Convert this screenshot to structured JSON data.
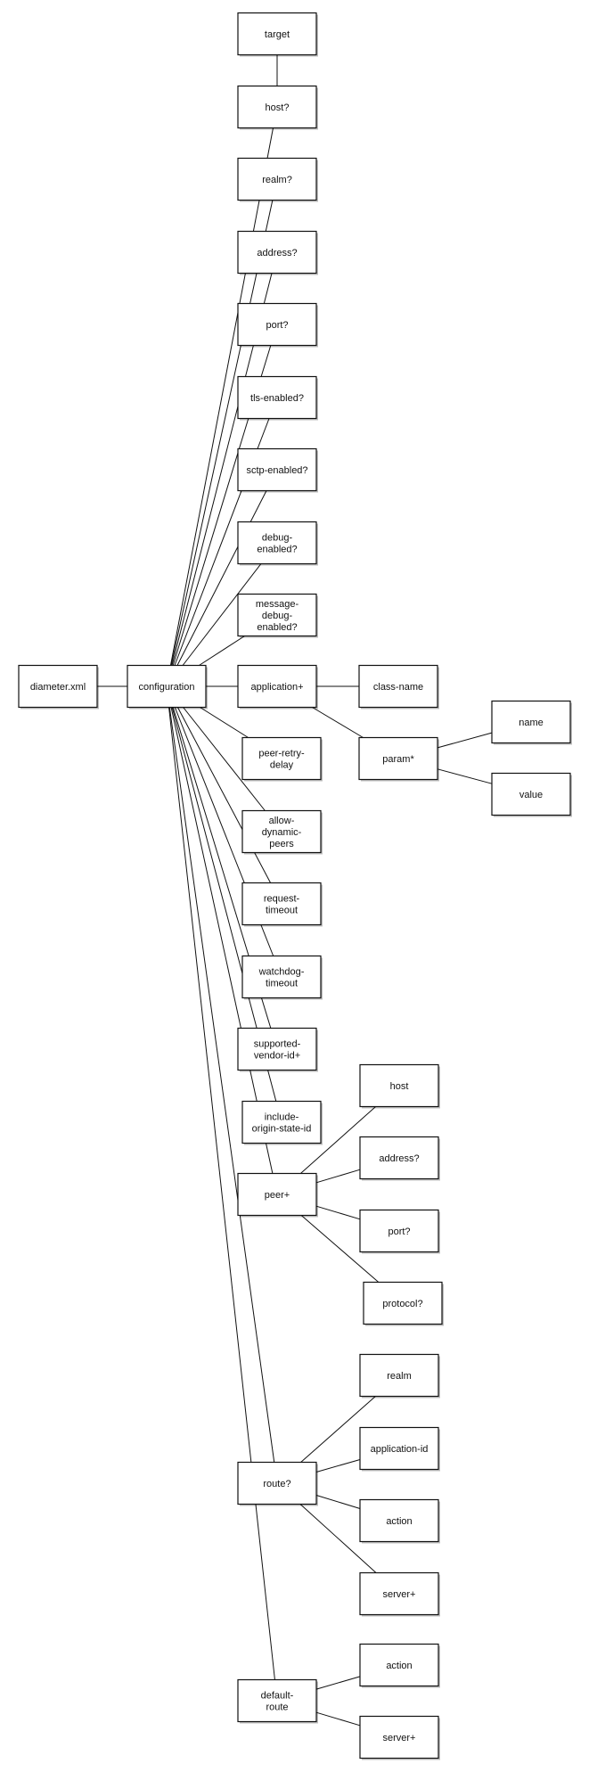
{
  "diagram": {
    "nodes": [
      {
        "id": "diameter-xml",
        "label": "diameter.xml"
      },
      {
        "id": "configuration",
        "label": "configuration"
      },
      {
        "id": "target",
        "label": "target"
      },
      {
        "id": "host-opt",
        "label": "host?"
      },
      {
        "id": "realm-opt",
        "label": "realm?"
      },
      {
        "id": "address-opt",
        "label": "address?"
      },
      {
        "id": "port-opt",
        "label": "port?"
      },
      {
        "id": "tls-enabled-opt",
        "label": "tls-enabled?"
      },
      {
        "id": "sctp-enabled-opt",
        "label": "sctp-enabled?"
      },
      {
        "id": "debug-enabled-opt",
        "label": "debug-\nenabled?"
      },
      {
        "id": "message-debug-enabled-opt",
        "label": "message-\ndebug-\nenabled?"
      },
      {
        "id": "application-plus",
        "label": "application+"
      },
      {
        "id": "class-name",
        "label": "class-name"
      },
      {
        "id": "param-star",
        "label": "param*"
      },
      {
        "id": "name",
        "label": "name"
      },
      {
        "id": "value",
        "label": "value"
      },
      {
        "id": "peer-retry-delay",
        "label": "peer-retry-\ndelay"
      },
      {
        "id": "allow-dynamic-peers",
        "label": "allow-\ndynamic-\npeers"
      },
      {
        "id": "request-timeout",
        "label": "request-\ntimeout"
      },
      {
        "id": "watchdog-timeout",
        "label": "watchdog-\ntimeout"
      },
      {
        "id": "supported-vendor-id-plus",
        "label": "supported-\nvendor-id+"
      },
      {
        "id": "include-origin-state-id",
        "label": "include-\norigin-state-id"
      },
      {
        "id": "peer-plus",
        "label": "peer+"
      },
      {
        "id": "peer-host",
        "label": "host"
      },
      {
        "id": "peer-address-opt",
        "label": "address?"
      },
      {
        "id": "peer-port-opt",
        "label": "port?"
      },
      {
        "id": "peer-protocol-opt",
        "label": "protocol?"
      },
      {
        "id": "route-opt",
        "label": "route?"
      },
      {
        "id": "route-realm",
        "label": "realm"
      },
      {
        "id": "route-application-id",
        "label": "application-id"
      },
      {
        "id": "route-action",
        "label": "action"
      },
      {
        "id": "route-server-plus",
        "label": "server+"
      },
      {
        "id": "default-route",
        "label": "default-\nroute"
      },
      {
        "id": "default-route-action",
        "label": "action"
      },
      {
        "id": "default-route-server-plus",
        "label": "server+"
      }
    ],
    "edges": [
      [
        "diameter-xml",
        "configuration"
      ],
      [
        "target",
        "host-opt"
      ],
      [
        "configuration",
        "host-opt"
      ],
      [
        "configuration",
        "realm-opt"
      ],
      [
        "configuration",
        "address-opt"
      ],
      [
        "configuration",
        "port-opt"
      ],
      [
        "configuration",
        "tls-enabled-opt"
      ],
      [
        "configuration",
        "sctp-enabled-opt"
      ],
      [
        "configuration",
        "debug-enabled-opt"
      ],
      [
        "configuration",
        "message-debug-enabled-opt"
      ],
      [
        "configuration",
        "application-plus"
      ],
      [
        "application-plus",
        "class-name"
      ],
      [
        "application-plus",
        "param-star"
      ],
      [
        "param-star",
        "name"
      ],
      [
        "param-star",
        "value"
      ],
      [
        "configuration",
        "peer-retry-delay"
      ],
      [
        "configuration",
        "allow-dynamic-peers"
      ],
      [
        "configuration",
        "request-timeout"
      ],
      [
        "configuration",
        "watchdog-timeout"
      ],
      [
        "configuration",
        "supported-vendor-id-plus"
      ],
      [
        "configuration",
        "include-origin-state-id"
      ],
      [
        "configuration",
        "peer-plus"
      ],
      [
        "peer-plus",
        "peer-host"
      ],
      [
        "peer-plus",
        "peer-address-opt"
      ],
      [
        "peer-plus",
        "peer-port-opt"
      ],
      [
        "peer-plus",
        "peer-protocol-opt"
      ],
      [
        "configuration",
        "route-opt"
      ],
      [
        "route-opt",
        "route-realm"
      ],
      [
        "route-opt",
        "route-application-id"
      ],
      [
        "route-opt",
        "route-action"
      ],
      [
        "route-opt",
        "route-server-plus"
      ],
      [
        "configuration",
        "default-route"
      ],
      [
        "default-route",
        "default-route-action"
      ],
      [
        "default-route",
        "default-route-server-plus"
      ]
    ]
  }
}
